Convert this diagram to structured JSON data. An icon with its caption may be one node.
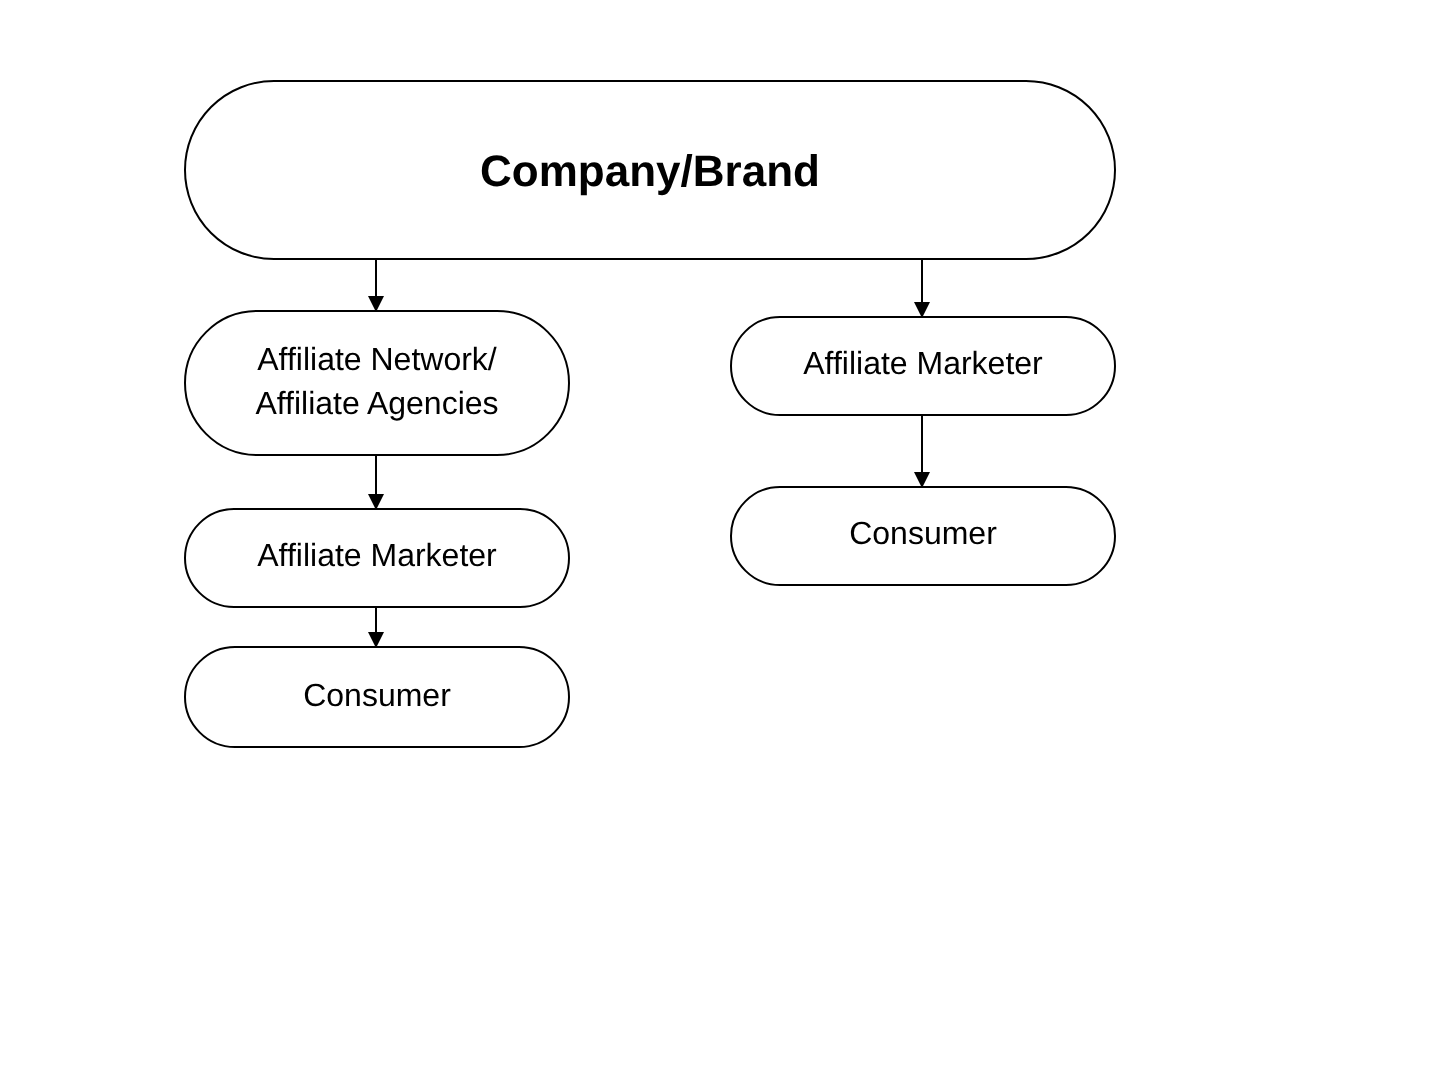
{
  "diagram": {
    "nodes": [
      {
        "text": [
          "Company/Brand"
        ]
      },
      {
        "text": [
          "Affiliate Network/ Affiliate Agencies"
        ]
      },
      {
        "text": [
          "Affiliate Marketer"
        ]
      },
      {
        "text": [
          "Consumer"
        ]
      },
      {
        "text": [
          "Affiliate Marketer"
        ]
      },
      {
        "text": [
          "Consumer"
        ]
      }
    ],
    "edges": [
      {
        "from": 0,
        "to": 1,
        "arrow": "to"
      },
      {
        "from": 0,
        "to": 4,
        "arrow": "to"
      },
      {
        "from": 1,
        "to": 2,
        "arrow": "to"
      },
      {
        "from": 2,
        "to": 3,
        "arrow": "to"
      },
      {
        "from": 4,
        "to": 5,
        "arrow": "to"
      }
    ]
  }
}
